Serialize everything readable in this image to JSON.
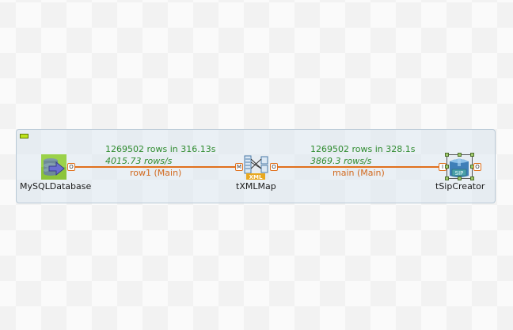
{
  "subjob": {
    "collapse_icon": "collapse-toggle-icon"
  },
  "components": [
    {
      "name": "MySQLDatabase",
      "icon": "mysql-database-input-icon",
      "out_connector": "O"
    },
    {
      "name": "tXMLMap",
      "icon": "xml-map-icon",
      "icon_badge": "XML",
      "in_connector": "M",
      "out_connector": "O"
    },
    {
      "name": "tSipCreator",
      "icon": "sip-box-icon",
      "icon_badge": "SIP",
      "in_connector": "I",
      "out_connector": "O"
    }
  ],
  "links": [
    {
      "label": "row1 (Main)",
      "stats_rows": "1269502 rows in 316.13s",
      "stats_rate": "4015.73 rows/s"
    },
    {
      "label": "main (Main)",
      "stats_rows": "1269502 rows in 328.1s",
      "stats_rate": "3869.3 rows/s"
    }
  ],
  "colors": {
    "link": "#e0701c",
    "stats": "#2e8b2e",
    "link_label": "#d2691e",
    "subjob_bg": "#dce8f0"
  }
}
